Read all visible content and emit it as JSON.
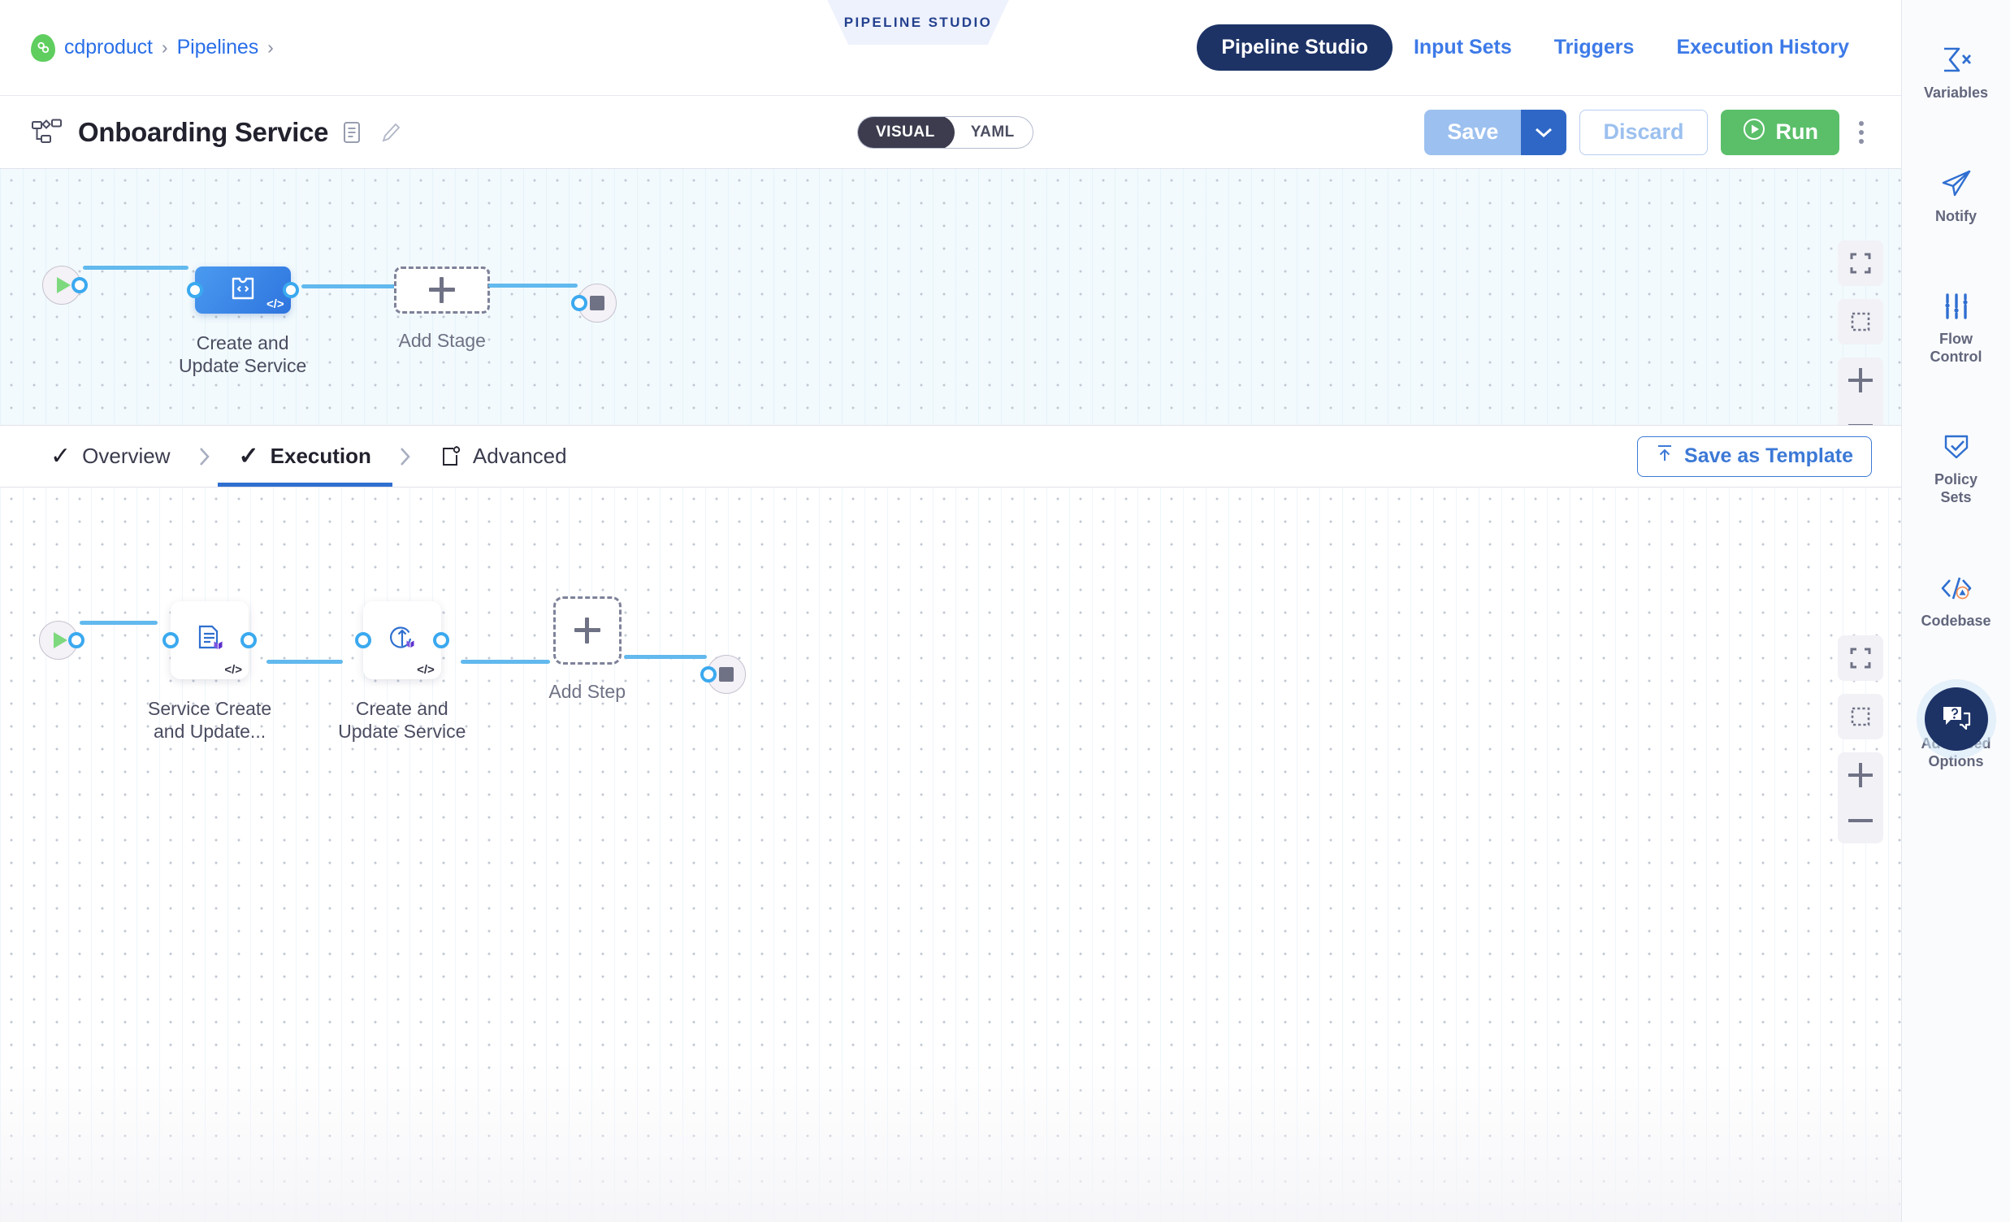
{
  "breadcrumb": {
    "org_icon": "harness-logo-icon",
    "items": [
      {
        "label": "cdproduct"
      },
      {
        "label": "Pipelines"
      }
    ],
    "separator": "›"
  },
  "module_tag": {
    "label": "PIPELINE STUDIO"
  },
  "top_nav": {
    "active": "Pipeline Studio",
    "items": [
      {
        "label": "Pipeline Studio",
        "active": true
      },
      {
        "label": "Input Sets",
        "active": false
      },
      {
        "label": "Triggers",
        "active": false
      },
      {
        "label": "Execution History",
        "active": false
      }
    ]
  },
  "title_bar": {
    "pipeline_icon": "pipeline-nodes-icon",
    "title": "Onboarding Service",
    "description_icon": "description-icon",
    "edit_icon": "pencil-edit-icon",
    "view_toggle": {
      "options": [
        "VISUAL",
        "YAML"
      ],
      "selected": "VISUAL"
    },
    "save_label": "Save",
    "save_caret_icon": "chevron-down-icon",
    "discard_label": "Discard",
    "run_label": "Run",
    "run_icon": "play-circle-icon",
    "more_icon": "kebab-menu-icon"
  },
  "stage_canvas": {
    "start_icon": "play-start-icon",
    "end_icon": "stop-end-icon",
    "stages": [
      {
        "name": "Create and\nUpdate Service",
        "icon": "custom-stage-code-icon",
        "template_badge": "</>",
        "selected": true
      }
    ],
    "add_stage": {
      "label": "Add Stage",
      "icon": "plus-icon"
    },
    "controls": [
      {
        "name": "fit-to-screen",
        "icon": "expand-icon"
      },
      {
        "name": "selection-box",
        "icon": "marquee-select-icon"
      },
      {
        "name": "zoom-in",
        "icon": "plus-icon"
      },
      {
        "name": "zoom-out",
        "icon": "minus-icon"
      }
    ]
  },
  "stage_tabs": {
    "items": [
      {
        "label": "Overview",
        "icon": "check-icon",
        "active": false
      },
      {
        "label": "Execution",
        "icon": "check-icon",
        "active": true
      },
      {
        "label": "Advanced",
        "icon": "advanced-settings-icon",
        "active": false
      }
    ],
    "chevron": "›",
    "save_as_template": {
      "label": "Save as Template",
      "icon": "template-upload-icon"
    }
  },
  "step_canvas": {
    "start_icon": "play-start-icon",
    "end_icon": "stop-end-icon",
    "steps": [
      {
        "name": "Service Create\nand Update...",
        "icon": "terraform-plan-icon",
        "template_badge": "</>"
      },
      {
        "name": "Create and\nUpdate Service",
        "icon": "terraform-apply-icon",
        "template_badge": "</>"
      }
    ],
    "add_step": {
      "label": "Add Step",
      "icon": "plus-icon"
    },
    "controls": [
      {
        "name": "fit-to-screen",
        "icon": "expand-icon"
      },
      {
        "name": "selection-box",
        "icon": "marquee-select-icon"
      },
      {
        "name": "zoom-in",
        "icon": "plus-icon"
      },
      {
        "name": "zoom-out",
        "icon": "minus-icon"
      }
    ]
  },
  "right_rail": {
    "items": [
      {
        "label": "Variables",
        "icon": "sigma-variables-icon",
        "badge": false
      },
      {
        "label": "Notify",
        "icon": "paper-plane-icon",
        "badge": false
      },
      {
        "label": "Flow\nControl",
        "icon": "sliders-icon",
        "badge": false
      },
      {
        "label": "Policy\nSets",
        "icon": "shield-check-icon",
        "badge": false
      },
      {
        "label": "Codebase",
        "icon": "code-brackets-icon",
        "badge": true
      },
      {
        "label": "Advanced\nOptions",
        "icon": "advanced-options-gear-icon",
        "badge": false
      }
    ],
    "help_fab": {
      "icon": "help-chat-icon"
    }
  },
  "colors": {
    "accent_blue": "#2a6fe8",
    "nav_pill": "#1d3366",
    "stage_node": "#3c86e8",
    "edge": "#61b9ee",
    "run_green": "#5bbf6a",
    "save_disabled": "#9cc0ef",
    "save_caret": "#2f67c6",
    "canvas_top_bg": "#f2fafd",
    "warning_badge": "#f4915a",
    "terraform_purple": "#5c33cf"
  }
}
